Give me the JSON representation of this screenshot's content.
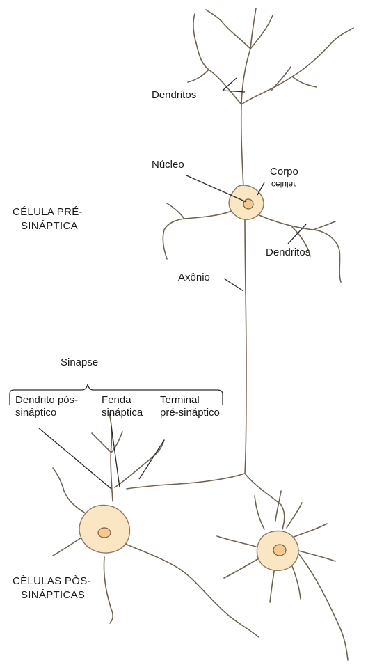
{
  "labels": {
    "dendritos_top": "Dendritos",
    "nucleo": "Núcleo",
    "corpo_line1": "Corpo",
    "corpo_line2": "celular",
    "celula_pre_line1": "CÉLULA PRÉ-",
    "celula_pre_line2": "SINÁPTICA",
    "dendritos_right": "Dendritos",
    "axonio": "Axônio",
    "sinapse": "Sinapse",
    "dendrito_pos_line1": "Dendrito pós-",
    "dendrito_pos_line2": "sináptico",
    "fenda_line1": "Fenda",
    "fenda_line2": "sináptica",
    "terminal_line1": "Terminal",
    "terminal_line2": "pré-sináptico",
    "celulas_pos_line1": "CÈLULAS PÒS-",
    "celulas_pos_line2": "SINÁPTICAS"
  },
  "colors": {
    "cell_fill": "#fbe6c4",
    "cell_outline": "#8a7a60",
    "nucleus_fill": "#f4c890",
    "line": "#2a2a2a"
  }
}
